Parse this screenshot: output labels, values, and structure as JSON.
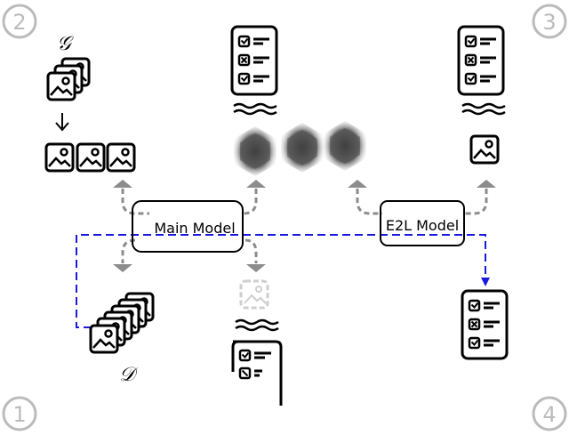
{
  "corners": {
    "top_left": "2",
    "top_right": "3",
    "bottom_left": "1",
    "bottom_right": "4"
  },
  "symbols": {
    "generator": "𝒢",
    "dataset": "𝒟"
  },
  "models": {
    "main": "Main Model",
    "e2l": "E2L Model"
  },
  "colors": {
    "gray_arrow": "#8c8c8c",
    "blue_path": "#1a1adf",
    "circle": "#bbbbbb"
  }
}
